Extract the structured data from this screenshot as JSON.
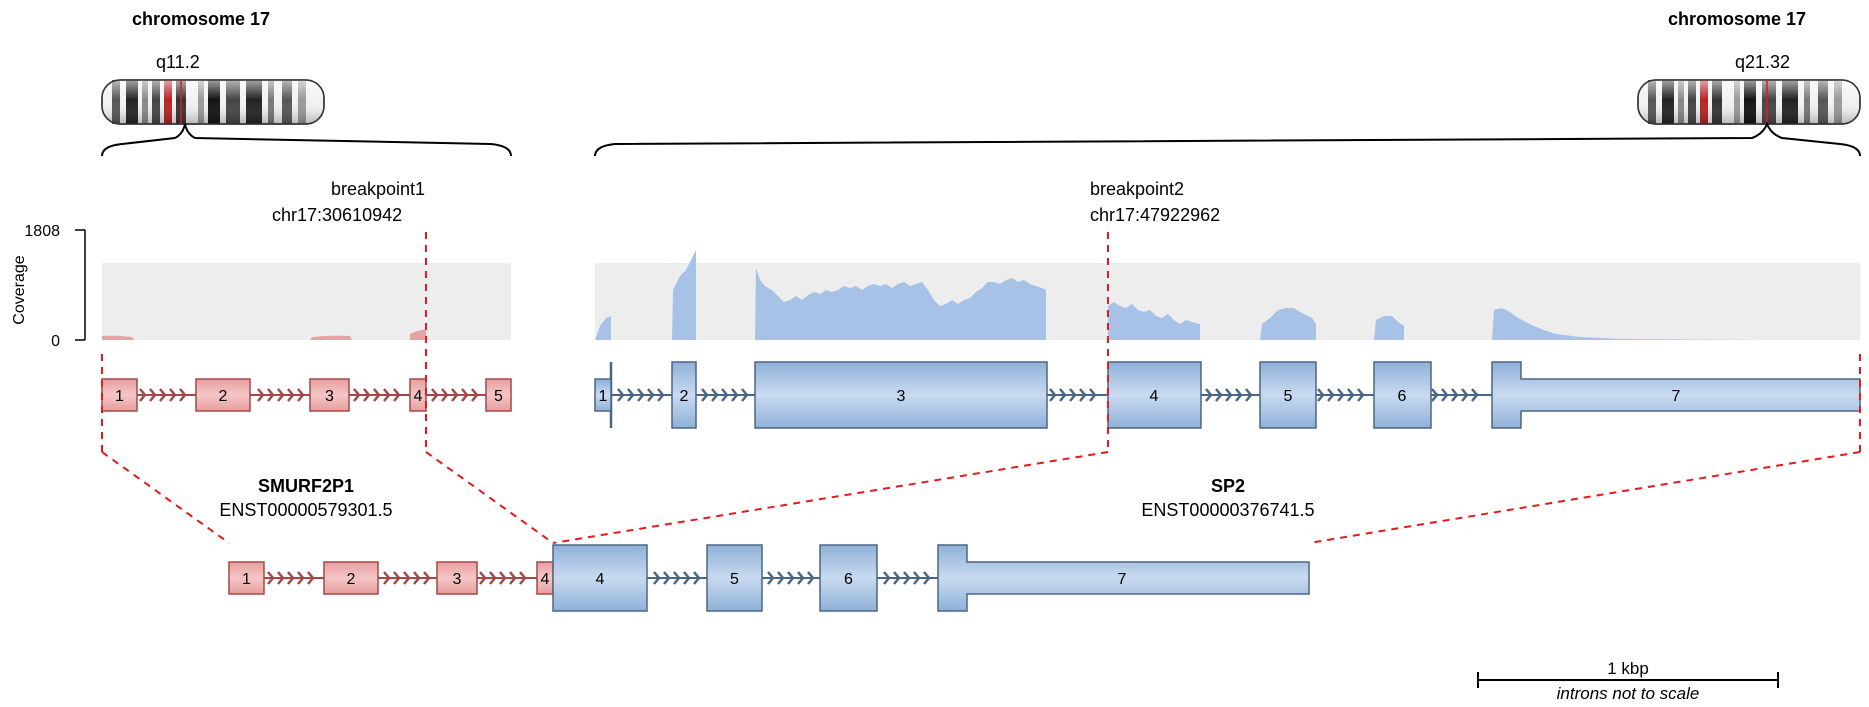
{
  "left_chromosome": {
    "title": "chromosome 17",
    "band": "q11.2"
  },
  "right_chromosome": {
    "title": "chromosome 17",
    "band": "q21.32"
  },
  "breakpoint1": {
    "name": "breakpoint1",
    "position": "chr17:30610942"
  },
  "breakpoint2": {
    "name": "breakpoint2",
    "position": "chr17:47922962"
  },
  "coverage": {
    "axis_label": "Coverage",
    "max_tick": "1808",
    "min_tick": "0"
  },
  "gene1": {
    "symbol": "SMURF2P1",
    "transcript": "ENST00000579301.5",
    "exons": [
      "1",
      "2",
      "3",
      "4",
      "5"
    ],
    "color": "#e8a4a4"
  },
  "gene2": {
    "symbol": "SP2",
    "transcript": "ENST00000376741.5",
    "exons": [
      "1",
      "2",
      "3",
      "4",
      "5",
      "6",
      "7"
    ],
    "color": "#a4bfe0"
  },
  "fusion": {
    "exons_gene1": [
      "1",
      "2",
      "3",
      "4"
    ],
    "exons_gene2": [
      "4",
      "5",
      "6",
      "7"
    ]
  },
  "scale_bar": {
    "label": "1 kbp",
    "note": "introns not to scale"
  },
  "colors": {
    "gene1_fill": "#e8a4a4",
    "gene1_stroke": "#a24848",
    "gene1_coverage": "#e6a3a3",
    "gene2_fill": "#a9c3e4",
    "gene2_stroke": "#4a6686",
    "gene2_coverage": "#a7c2e6",
    "breakpoint_line": "#e41a1c",
    "coverage_bg": "#ededed"
  }
}
